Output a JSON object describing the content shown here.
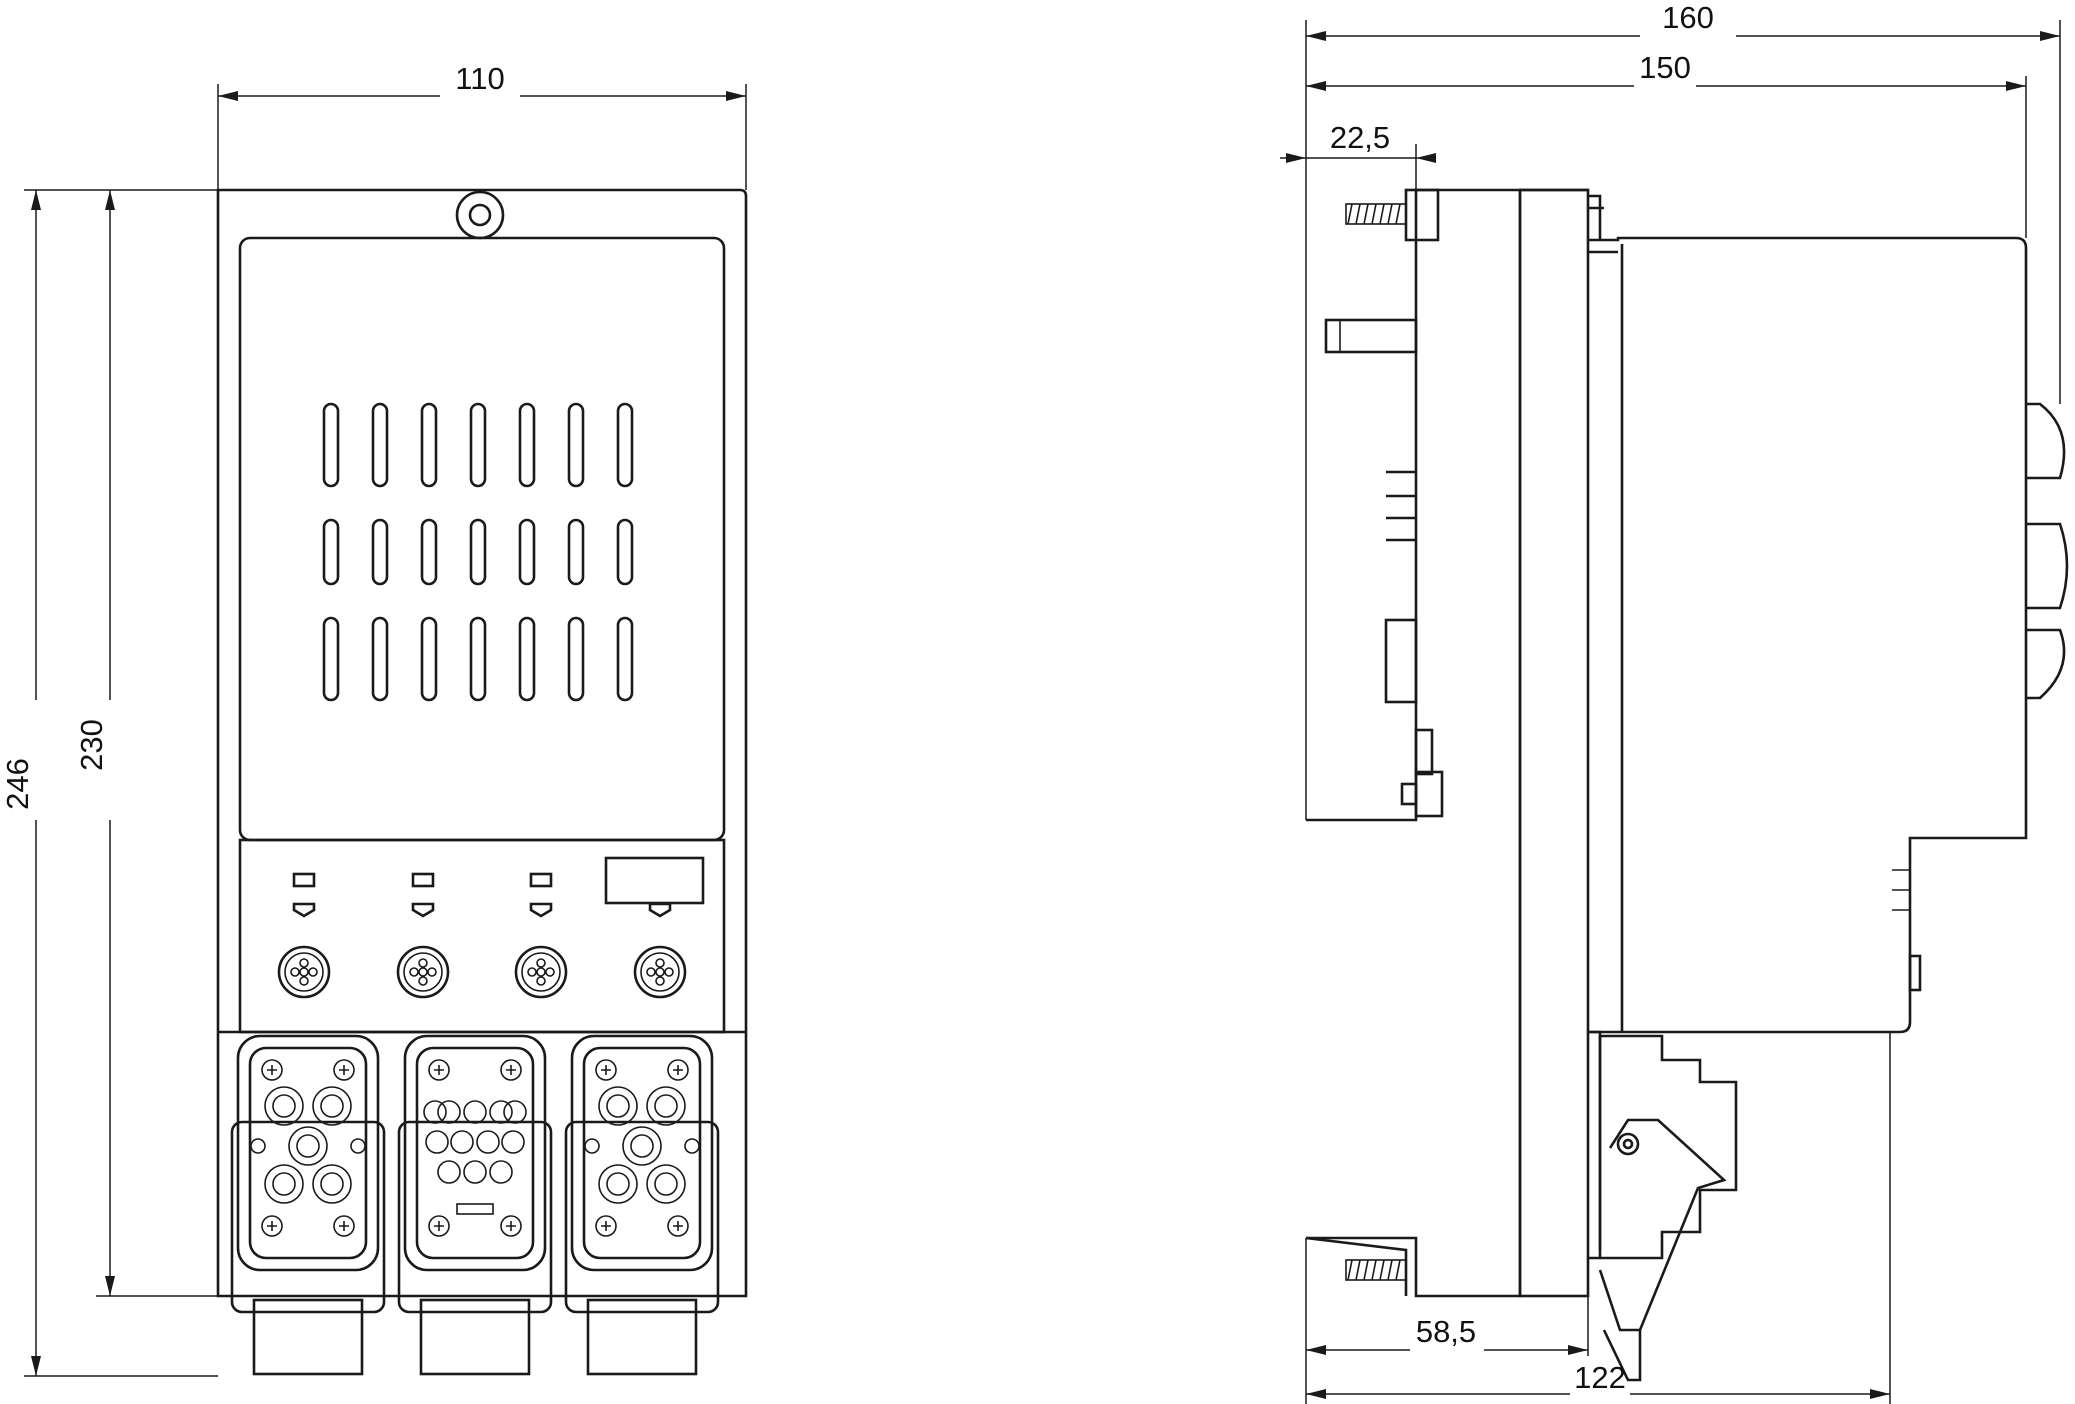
{
  "front_view": {
    "width_label": "110",
    "height_outer_label": "246",
    "height_inner_label": "230"
  },
  "side_view": {
    "depth_total_label": "160",
    "depth_body_label": "150",
    "mount_offset_label": "22,5",
    "base_depth_label": "58,5",
    "connector_depth_label": "122"
  }
}
